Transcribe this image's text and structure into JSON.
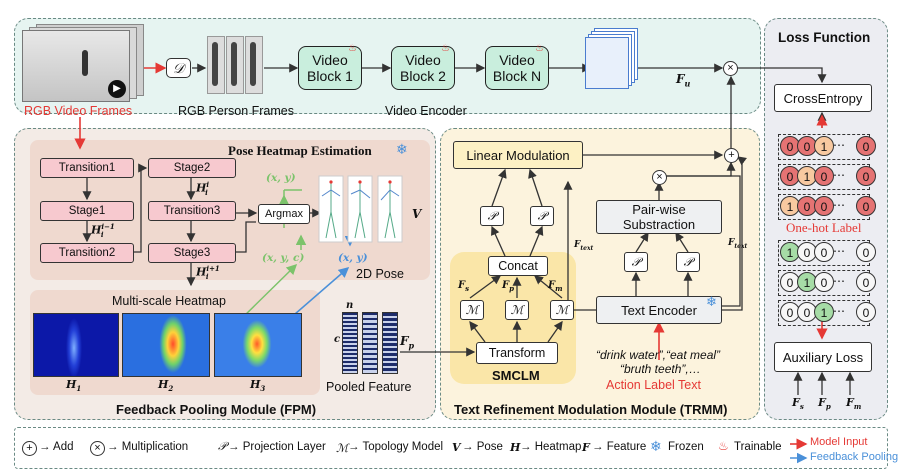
{
  "video": {
    "rgb_frames_label": "RGB Video Frames",
    "person_frames_label": "RGB Person Frames",
    "d_symbol": "𝒟",
    "blocks": [
      "Video\nBlock 1",
      "Video\nBlock 2",
      "Video\nBlock N"
    ],
    "encoder_label": "Video Encoder",
    "fu_label": "F",
    "fu_sub": "u"
  },
  "pose": {
    "title": "Pose Heatmap Estimation",
    "left_col": [
      "Transition1",
      "Stage1",
      "Transition2"
    ],
    "right_col": [
      "Stage2",
      "Transition3",
      "Stage3"
    ],
    "h_im1": "H",
    "h_im1_sup": "i−1",
    "h_im1_sub": "i",
    "h_i": "H",
    "h_i_sup": "i",
    "h_i_sub": "i",
    "h_ip1": "H",
    "h_ip1_sup": "i+1",
    "h_ip1_sub": "i",
    "argmax": "Argmax",
    "xy1": "(x, y)",
    "xyc": "(x, y, c)",
    "xy2": "(x, y)",
    "v_label": "V",
    "pose2d_label": "2D Pose"
  },
  "fpm": {
    "multiscale_label": "Multi-scale Heatmap",
    "h1": "H",
    "h1_sub": "1",
    "h2": "H",
    "h2_sub": "2",
    "h3": "H",
    "h3_sub": "3",
    "c_label": "c",
    "n_label": "n",
    "pooled_label": "Pooled Feature",
    "fp_label": "F",
    "fp_sub": "p",
    "title": "Feedback Pooling Module (FPM)"
  },
  "trmm": {
    "linear_modulation": "Linear Modulation",
    "concat": "Concat",
    "transform": "Transform",
    "smclm": "SMCLM",
    "p_symbol": "𝒫",
    "m_symbol": "ℳ",
    "fs_label": "F",
    "fs_sub": "s",
    "fp_label": "F",
    "fp_sub": "p",
    "fm_label": "F",
    "fm_sub": "m",
    "pairwise": "Pair-wise\nSubstraction",
    "text_encoder": "Text Encoder",
    "ftext1": "F",
    "ftext1_sub": "text",
    "ftext2": "F",
    "ftext2_sub": "text",
    "quote1": "“drink water”,“eat meal”",
    "quote2": "“bruth teeth”,…",
    "action_label": "Action Label Text",
    "title": "Text Refinement Modulation Module (TRMM)"
  },
  "loss": {
    "title": "Loss Function",
    "cross_entropy": "CrossEntropy",
    "onehot_label": "One-hot Label",
    "rows_red": [
      [
        "0",
        "0",
        "1",
        "⋯",
        "0"
      ],
      [
        "0",
        "1",
        "0",
        "⋯",
        "0"
      ],
      [
        "1",
        "0",
        "0",
        "⋯",
        "0"
      ]
    ],
    "rows_green": [
      [
        "1",
        "0",
        "0",
        "⋯",
        "0"
      ],
      [
        "0",
        "1",
        "0",
        "⋯",
        "0"
      ],
      [
        "0",
        "0",
        "1",
        "⋯",
        "0"
      ]
    ],
    "auxiliary": "Auxiliary Loss",
    "fs_label": "F",
    "fs_sub": "s",
    "fp_label": "F",
    "fp_sub": "p",
    "fm_label": "F",
    "fm_sub": "m"
  },
  "legend": {
    "add": "→ Add",
    "mul": "→ Multiplication",
    "proj": "→ Projection Layer",
    "topo": "→ Topology Model",
    "pose": "→ Pose",
    "heat": "→ Heatmap",
    "feat": "→ Feature",
    "v_sym": "V",
    "h_sym": "H",
    "f_sym": "F",
    "p_sym": "𝒫",
    "m_sym": "ℳ",
    "frozen": "Frozen",
    "trainable": "Trainable",
    "model_input": "Model Input",
    "feedback_pooling": "Feedback Pooling"
  },
  "colors": {
    "red_arrow": "#e53935",
    "blue_arrow": "#4a90d9",
    "green_arrow": "#7cc36b",
    "video_panel": "#e6f4f1",
    "pose_panel": "#f3ebe6",
    "trmm_panel": "#fcf3dd",
    "loss_panel": "#ecedf2"
  }
}
